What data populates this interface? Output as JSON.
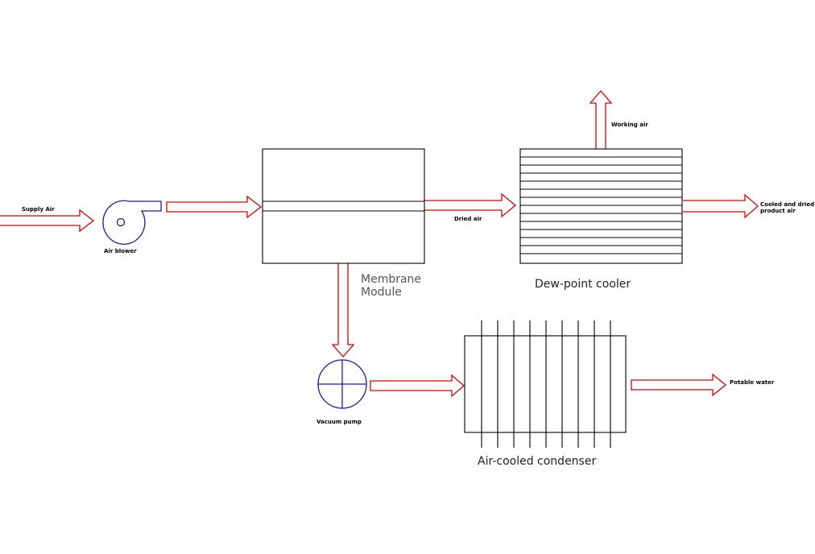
{
  "colors": {
    "flow_arrow": "#e00000",
    "equipment": "#000000",
    "rotating_equipment": "#1a1aa0"
  },
  "labels": {
    "supply_air": "Supply Air",
    "air_blower": "Air blower",
    "dried_air": "Dried air",
    "working_air": "Working air",
    "cooled_product_line1": "Cooled and dried",
    "cooled_product_line2": "product air",
    "membrane_line1": "Membrane",
    "membrane_line2": "Module",
    "dew_point_cooler": "Dew-point cooler",
    "vacuum_pump": "Vacuum pump",
    "air_cooled_condenser": "Air-cooled condenser",
    "potable_water": "Potable water"
  },
  "icons": {
    "air_blower": "centrifugal-blower-icon",
    "vacuum_pump": "vacuum-pump-icon"
  }
}
